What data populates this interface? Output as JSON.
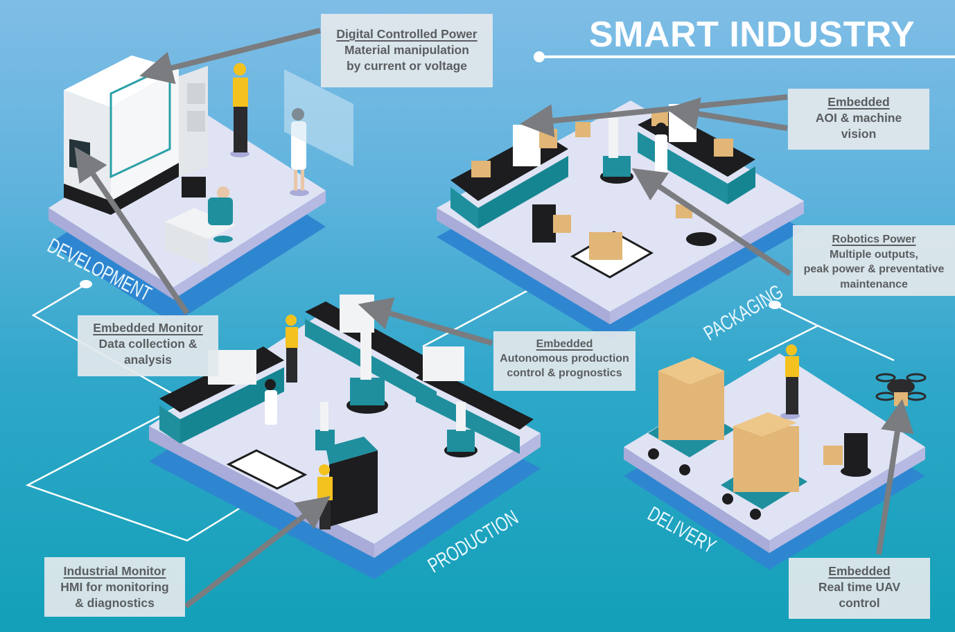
{
  "title": "SMART INDUSTRY",
  "colors": {
    "background_top": "#7fbde6",
    "background_bottom": "#13a0b8",
    "platform_top": "#dfe3f3",
    "platform_edge": "#a9abd8",
    "platform_shadow": "#2f86d0",
    "callout_bg": "#e2e8ec",
    "callout_text": "#5a5d60",
    "arrow": "#7a7c7f",
    "accent_teal": "#1f8f9e",
    "worker_vest": "#f4c21f",
    "box": "#e2b676"
  },
  "zones": [
    {
      "id": "development",
      "label": "DEVELOPMENT"
    },
    {
      "id": "packaging",
      "label": "PACKAGING"
    },
    {
      "id": "production",
      "label": "PRODUCTION"
    },
    {
      "id": "delivery",
      "label": "DELIVERY"
    }
  ],
  "callouts": [
    {
      "id": "digital-power",
      "heading": "Digital Controlled Power",
      "lines": [
        "Material manipulation",
        "by current or voltage"
      ]
    },
    {
      "id": "aoi",
      "heading": "Embedded",
      "lines": [
        "AOI & machine",
        "vision"
      ]
    },
    {
      "id": "robotics-power",
      "heading": "Robotics Power",
      "lines": [
        "Multiple outputs,",
        "peak power & preventative",
        "maintenance"
      ]
    },
    {
      "id": "embedded-monitor",
      "heading": "Embedded Monitor",
      "lines": [
        "Data collection &",
        "analysis"
      ]
    },
    {
      "id": "autonomous",
      "heading": "Embedded",
      "lines": [
        "Autonomous production",
        "control & prognostics"
      ]
    },
    {
      "id": "industrial-monitor",
      "heading": "Industrial Monitor",
      "lines": [
        "HMI for monitoring",
        "& diagnostics"
      ]
    },
    {
      "id": "uav",
      "heading": "Embedded",
      "lines": [
        "Real time UAV",
        "control"
      ]
    }
  ]
}
